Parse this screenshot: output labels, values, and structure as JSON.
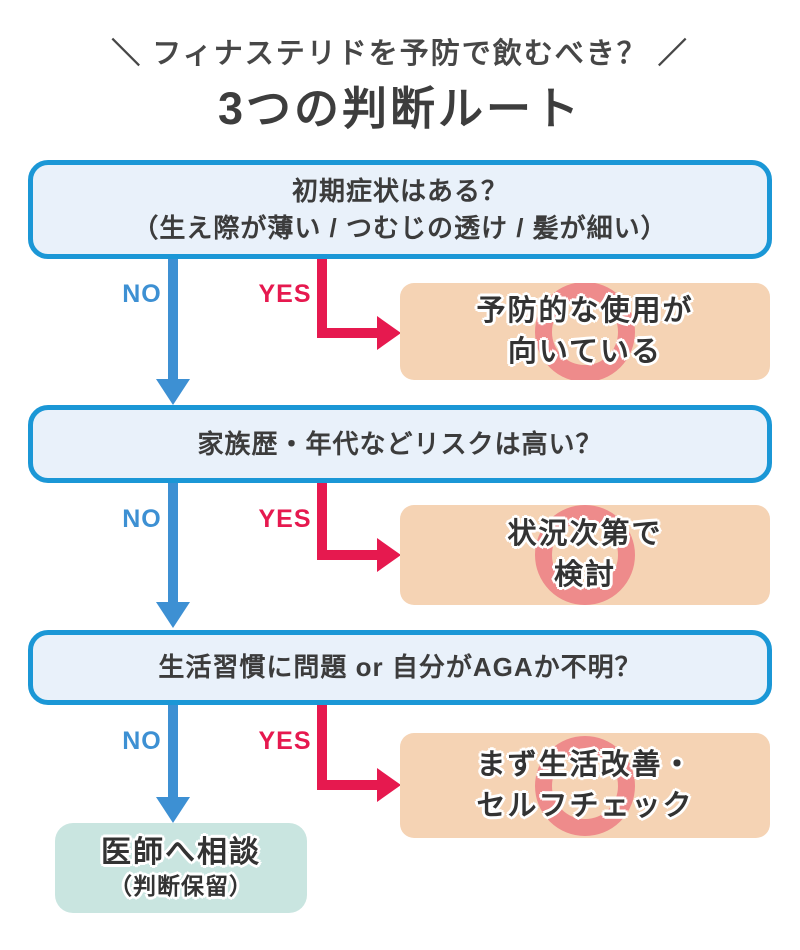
{
  "header": {
    "subtitle": "＼ フィナステリドを予防で飲むべき？ ／",
    "title": "3つの判断ルート"
  },
  "labels": {
    "no": "NO",
    "yes": "YES"
  },
  "colors": {
    "question_border": "#1b97d6",
    "question_fill": "#e9f1fa",
    "arrow_blue": "#3d90d3",
    "arrow_red": "#e6194f",
    "result_fill": "#f5d3b4",
    "ring_pink": "#ee8b8b",
    "final_fill": "#c9e5e0",
    "text_dark": "#3c3c3c"
  },
  "rows": [
    {
      "question_line1": "初期症状はある？",
      "question_line2": "（生え際が薄い / つむじの透け / 髪が細い）",
      "result_line1": "予防的な使用が",
      "result_line2": "向いている"
    },
    {
      "question_line1": "家族歴・年代などリスクは高い？",
      "result_line1": "状況次第で",
      "result_line2": "検討"
    },
    {
      "question_line1": "生活習慣に問題 or 自分がAGAか不明？",
      "result_line1": "まず生活改善・",
      "result_line2": "セルフチェック"
    }
  ],
  "final": {
    "line1": "医師へ相談",
    "line2": "（判断保留）"
  }
}
